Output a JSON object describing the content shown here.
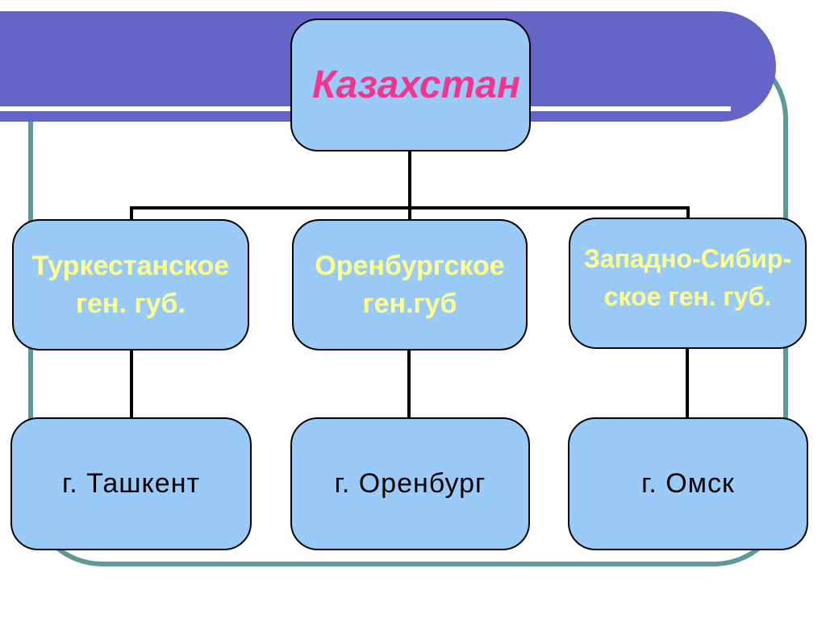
{
  "colors": {
    "banner": "#6565C8",
    "banner_line": "#FFFFFF",
    "frame": "#5F9898",
    "box_fill": "#9ACBF8",
    "box_border": "#000000",
    "connector": "#000000",
    "title_text": "#F5348E",
    "yellow_text": "#FFFF8F",
    "city_text": "#000000"
  },
  "diagram": {
    "root": {
      "label": "Казахстан"
    },
    "branches": [
      {
        "line1": "Туркестанское",
        "line2": "ген. губ.",
        "city": "г. Ташкент"
      },
      {
        "line1": "Оренбургское",
        "line2": "ген.губ",
        "city": "г. Оренбург"
      },
      {
        "line1": "Западно-Сибир-",
        "line2": "ское ген. губ.",
        "city": "г. Омск"
      }
    ]
  }
}
